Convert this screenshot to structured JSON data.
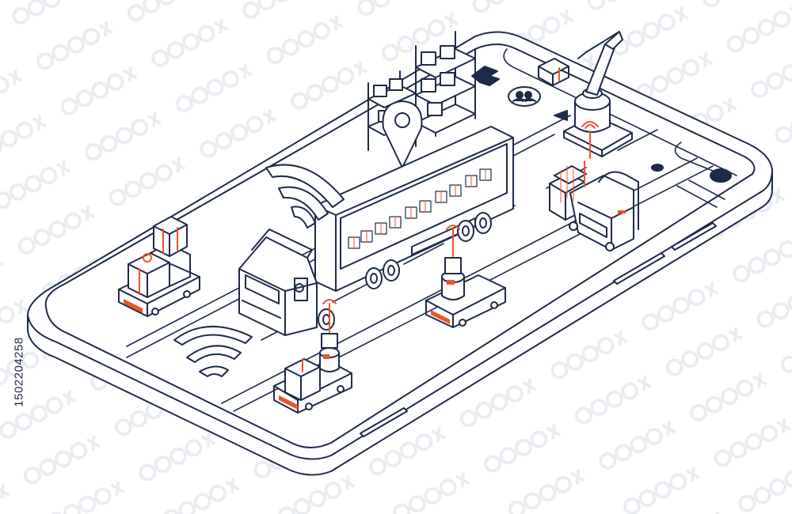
{
  "stock_id": "1502204258",
  "watermark_pattern": "stock-watermark-tile",
  "colors": {
    "outline": "#1d2b49",
    "accent": "#f0532a",
    "fill": "#ffffff",
    "watermark": "#e9ecf1"
  },
  "scene": {
    "device": "smartphone-isometric",
    "vehicles": [
      "delivery-truck",
      "agv-robot",
      "agv-robot",
      "agv-robot",
      "forklift"
    ],
    "equipment": [
      "robotic-arm",
      "warehouse-rack",
      "warehouse-rack"
    ],
    "symbols": [
      "location-pin-icon",
      "wifi-signal-icon",
      "wifi-signal-icon",
      "up-arrow-icon",
      "people-icon",
      "play-arrow-icon"
    ]
  }
}
